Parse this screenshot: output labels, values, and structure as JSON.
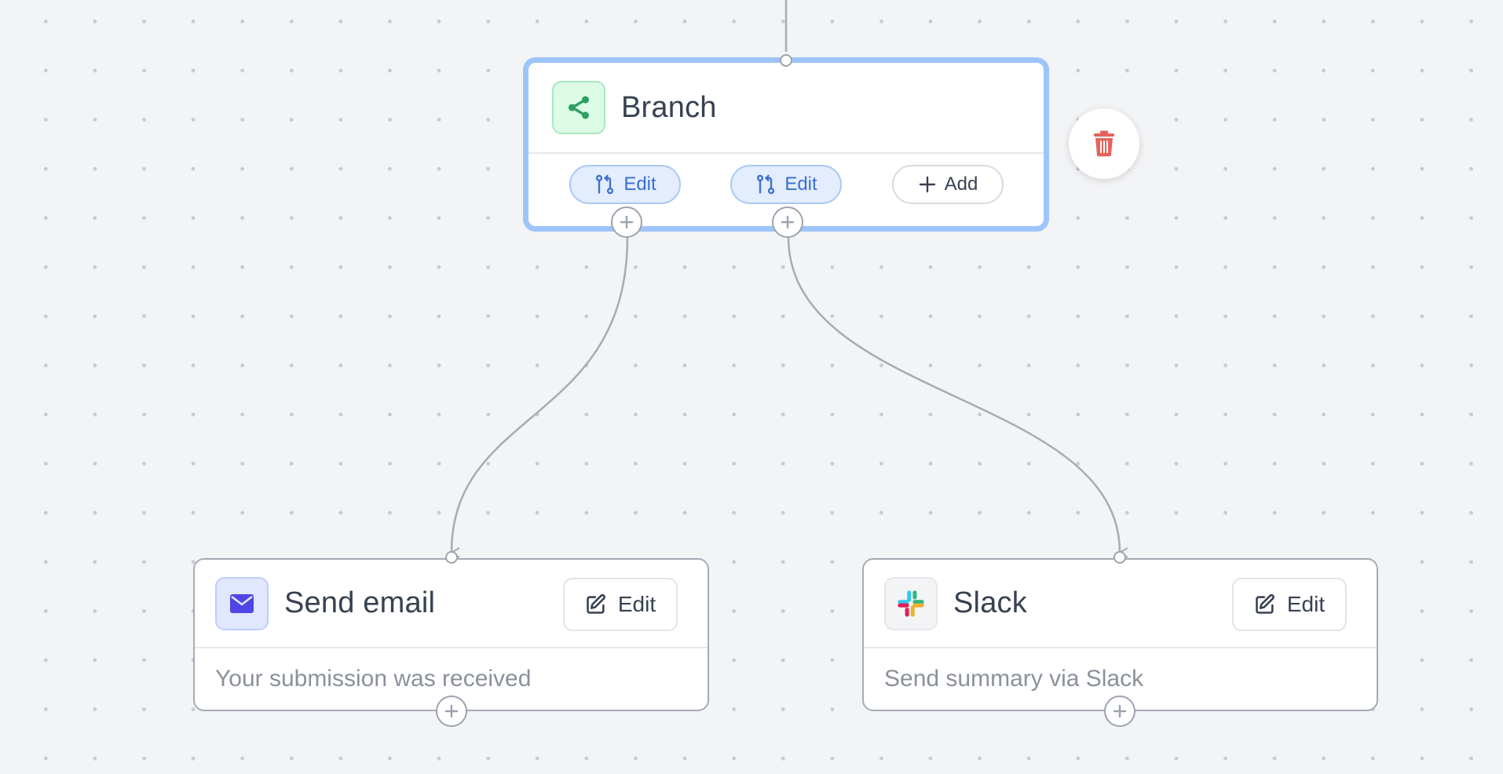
{
  "canvas": {
    "edge_color": "#a8abb0"
  },
  "branch_node": {
    "title": "Branch",
    "icon": "share-icon",
    "icon_color": "#2f9e63",
    "border_color": "#9ec5fb",
    "conditions": [
      {
        "label": "Edit",
        "icon": "git-pull-request-icon"
      },
      {
        "label": "Edit",
        "icon": "git-pull-request-icon"
      }
    ],
    "add_label": "Add"
  },
  "delete_button": {
    "icon": "trash-icon",
    "color": "#e5625a"
  },
  "email_node": {
    "title": "Send email",
    "icon": "envelope-icon",
    "icon_color": "#4f46e5",
    "edit_label": "Edit",
    "description": "Your submission was received"
  },
  "slack_node": {
    "title": "Slack",
    "icon": "slack-icon",
    "edit_label": "Edit",
    "description": "Send summary via Slack"
  }
}
